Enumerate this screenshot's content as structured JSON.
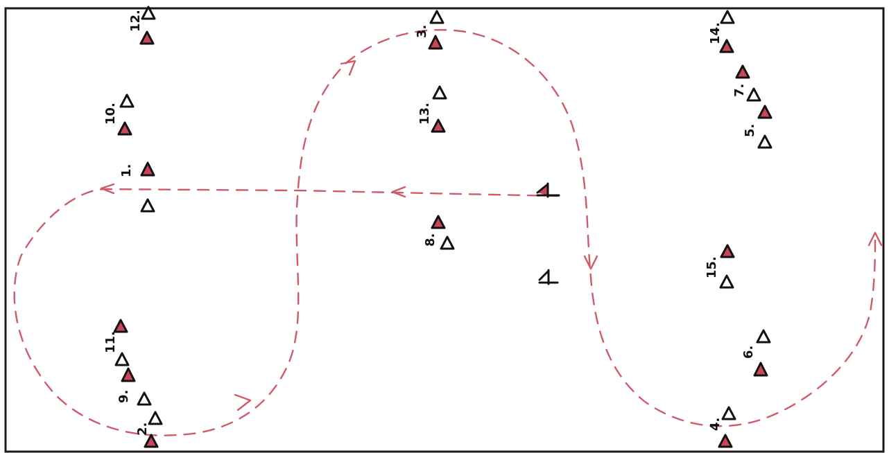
{
  "diagram": {
    "gates": [
      {
        "label": "1."
      },
      {
        "label": "2."
      },
      {
        "label": "3."
      },
      {
        "label": "4."
      },
      {
        "label": "5."
      },
      {
        "label": "6."
      },
      {
        "label": "7."
      },
      {
        "label": "8."
      },
      {
        "label": "9."
      },
      {
        "label": "10."
      },
      {
        "label": "11."
      },
      {
        "label": "12."
      },
      {
        "label": "13."
      },
      {
        "label": "14."
      },
      {
        "label": "15."
      }
    ],
    "colors": {
      "route": "#d05a6a",
      "cone_fill": "#c8465a",
      "outline": "#111111"
    }
  }
}
